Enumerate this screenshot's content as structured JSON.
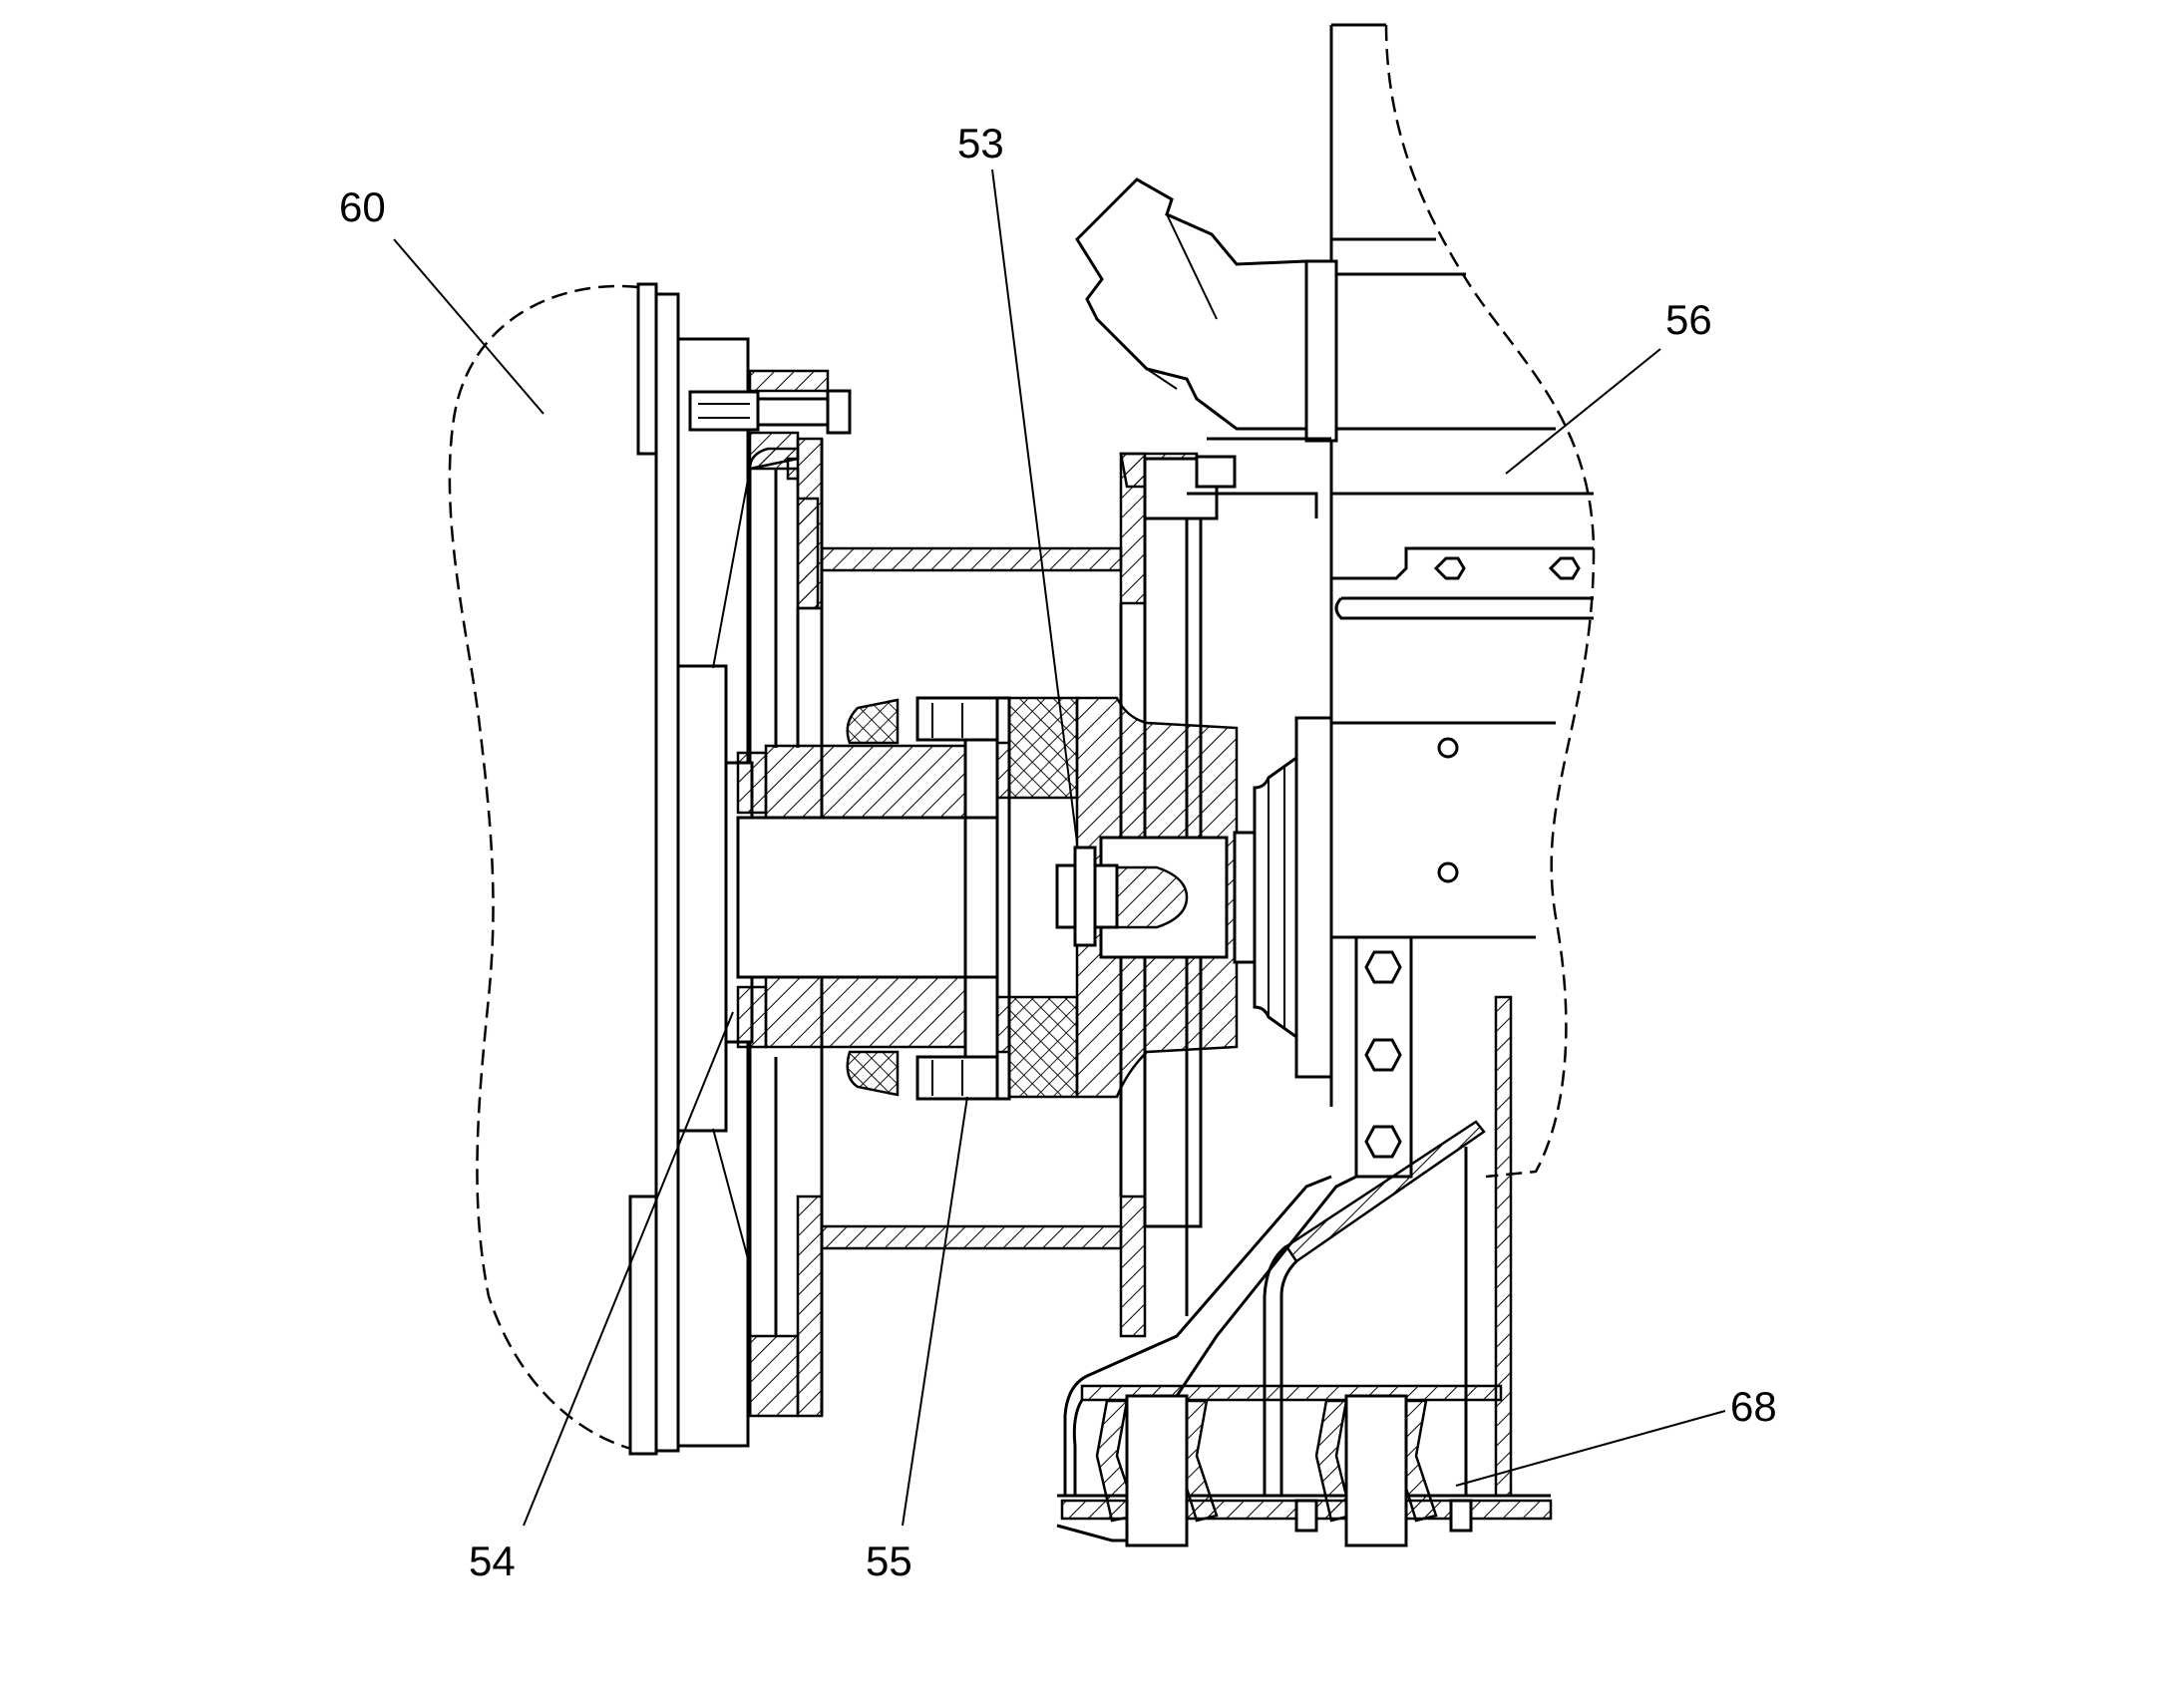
{
  "figure": {
    "reference_labels": [
      {
        "id": "60",
        "text": "60"
      },
      {
        "id": "53",
        "text": "53"
      },
      {
        "id": "56",
        "text": "56"
      },
      {
        "id": "54",
        "text": "54"
      },
      {
        "id": "55",
        "text": "55"
      },
      {
        "id": "68",
        "text": "68"
      }
    ]
  }
}
